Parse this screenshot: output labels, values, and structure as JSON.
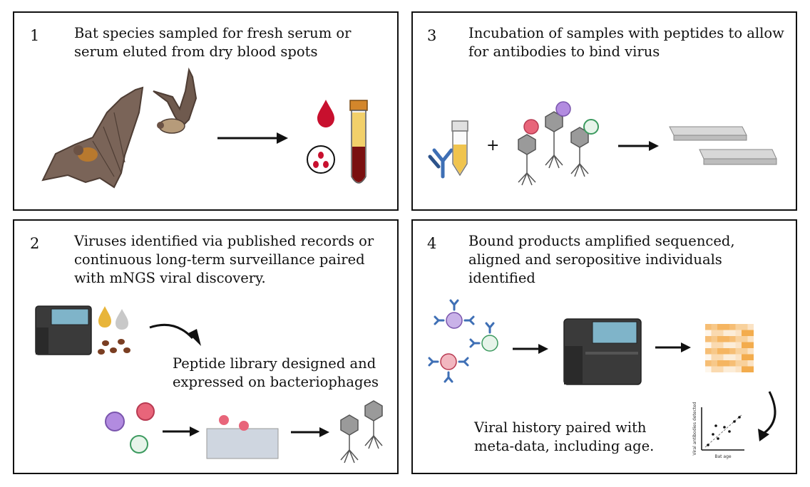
{
  "panels": [
    {
      "number": "1",
      "text": "Bat species sampled for fresh serum or serum eluted from dry blood spots"
    },
    {
      "number": "2",
      "text": "Viruses identified via published records or continuous long-term surveillance paired with mNGS viral discovery."
    },
    {
      "number": "3",
      "text": "Incubation of samples with peptides to allow for antibodies to bind virus"
    },
    {
      "number": "4",
      "text": "Bound products amplified sequenced, aligned and seropositive individuals identified"
    }
  ],
  "panel2_sub": "Peptide library designed and expressed on bacteriophages",
  "panel4_sub": "Viral history paired with meta-data, including age.",
  "plus_sign": "+",
  "scatter": {
    "ylabel": "Viral antibodies detected",
    "xlabel": "Bat age"
  },
  "colors": {
    "border": "#111111",
    "blood": "#c8102e",
    "antibody": "#3e6fb5",
    "heatmap": "#f2a33a",
    "screen": "#7fb4c9"
  }
}
